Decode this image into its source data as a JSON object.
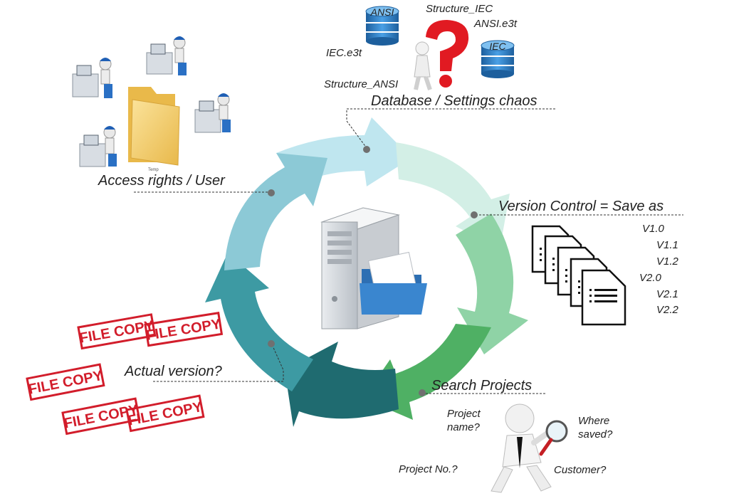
{
  "callouts": {
    "database": "Database / Settings chaos",
    "access": "Access rights / User",
    "version_control": "Version Control = Save as",
    "actual_version": "Actual version?",
    "search": "Search Projects"
  },
  "database_items": {
    "db_ansi": "ANSI",
    "db_iec": "IEC",
    "structure_iec": "Structure_IEC",
    "ansi_e3t": "ANSI.e3t",
    "iec_e3t": "IEC.e3t",
    "structure_ansi": "Structure_ANSI"
  },
  "folder_caption": "Temp",
  "versions": [
    "V1.0",
    "V1.1",
    "V1.2",
    "V2.0",
    "V2.1",
    "V2.2"
  ],
  "stamps": [
    "FILE COPY",
    "FILE COPY",
    "FILE COPY",
    "FILE COPY",
    "FILE COPY"
  ],
  "search_questions": {
    "project_name": "Project name?",
    "where_saved": "Where saved?",
    "project_no": "Project No.?",
    "customer": "Customer?"
  },
  "colors": {
    "cycle": [
      "#bfe6ef",
      "#cdeee3",
      "#8fd3a6",
      "#55b86a",
      "#1f6f73",
      "#3d9aa3",
      "#8cc9d6"
    ],
    "stamp_red": "#d21d2b",
    "db_blue": "#2a7fc9",
    "question_red": "#e11a22"
  }
}
